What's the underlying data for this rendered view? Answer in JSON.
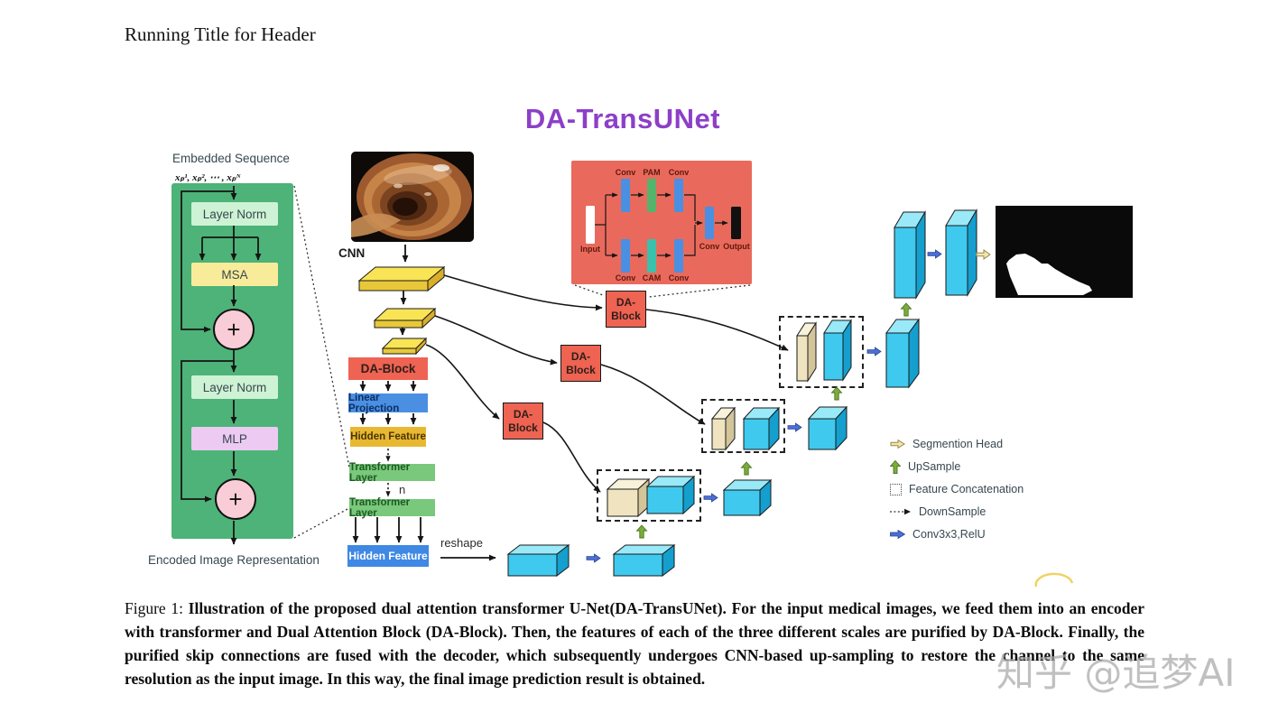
{
  "page": {
    "header": "Running Title for Header",
    "watermark": "知乎 @追梦AI"
  },
  "figure": {
    "title": "DA-TransUNet",
    "encoder": {
      "embedded_sequence": "Embedded Sequence",
      "formula": "xₚ¹, xₚ², ⋯ , xₚᴺ",
      "layer_norm": "Layer Norm",
      "msa": "MSA",
      "mlp": "MLP",
      "plus": "+",
      "encoded": "Encoded Image Representation"
    },
    "backbone": {
      "cnn": "CNN",
      "da_block": "DA-Block",
      "linear_projection": "Linear Projection",
      "hidden_feature": "Hidden Feature",
      "transformer_layer": "Transformer Layer",
      "n": "n",
      "hidden_feature_2": "Hidden Feature",
      "reshape": "reshape"
    },
    "inset": {
      "input": "Input",
      "conv": "Conv",
      "pam": "PAM",
      "cam": "CAM",
      "output": "Output"
    },
    "skip_block": {
      "line1": "DA-",
      "line2": "Block"
    },
    "legend": {
      "items": [
        {
          "icon": "segmentation-head-arrow",
          "label": "Segmention Head"
        },
        {
          "icon": "upsample-arrow",
          "label": "UpSample"
        },
        {
          "icon": "feature-concatenation-box",
          "label": "Feature Concatenation"
        },
        {
          "icon": "downsample-arrow",
          "label": "DownSample"
        },
        {
          "icon": "conv3x3-relu-arrow",
          "label": "Conv3x3,RelU"
        }
      ]
    },
    "caption": {
      "prefix": "Figure 1: ",
      "body": "Illustration of the proposed dual attention transformer U-Net(DA-TransUNet). For the input medical images, we feed them into an encoder with transformer and Dual Attention Block (DA-Block). Then, the features of each of the three different scales are purified by DA-Block. Finally, the purified skip connections are fused with the decoder, which subsequently undergoes CNN-based up-sampling to restore the channel to the same resolution as the input image. In this way, the final image prediction result is obtained."
    },
    "colors": {
      "title_purple": "#8d3fc7",
      "encoder_green": "#4db378",
      "inset_salmon": "#e96a5c",
      "da_block_red": "#ee6352",
      "conv_blue": "#4b8fe2",
      "hidden_gold": "#e9b832",
      "feature_cyan": "#3fc9ee",
      "feature_tan": "#efe4bf",
      "arrow_blue": "#4a6fd6",
      "arrow_green": "#79ad3c"
    }
  }
}
